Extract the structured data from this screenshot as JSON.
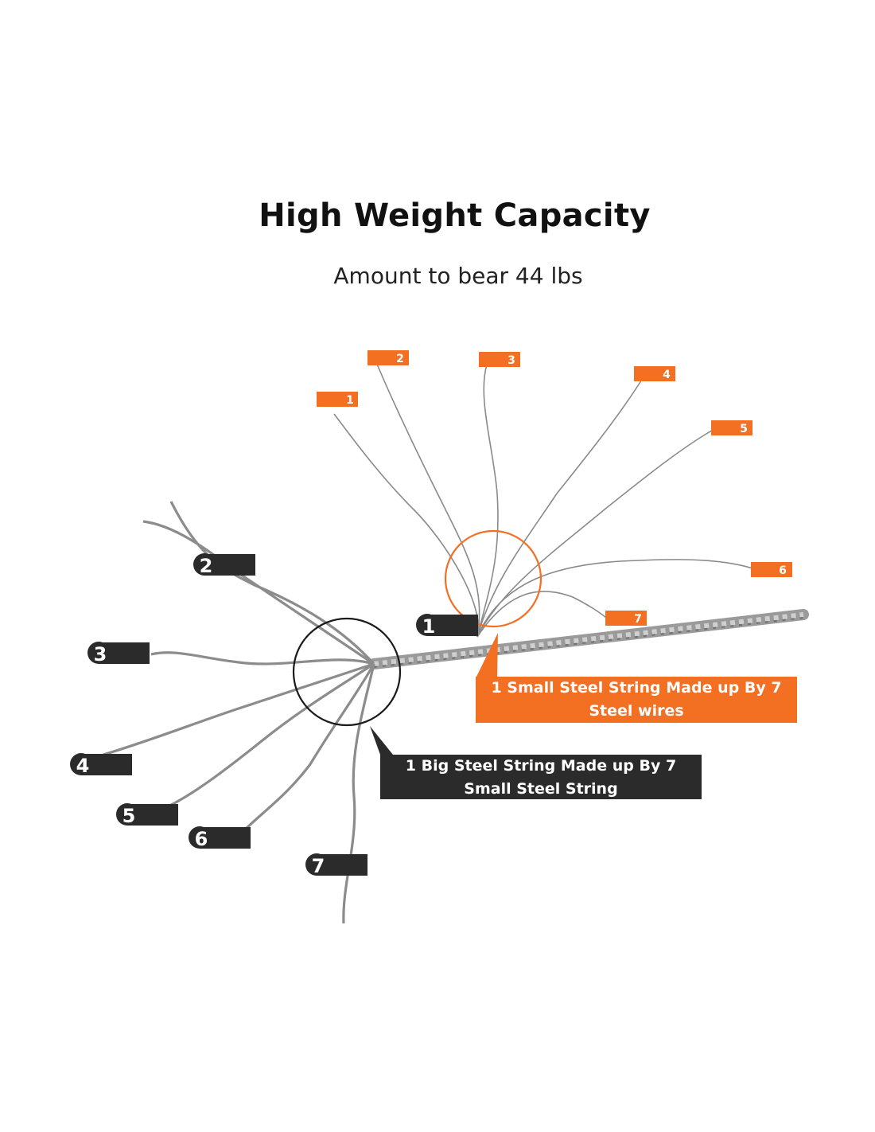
{
  "title": "High Weight Capacity",
  "subtitle": "Amount to bear 44 lbs",
  "callouts": {
    "small_string": "1 Small Steel String Made up By 7 Steel wires",
    "big_string": "1 Big Steel String Made up By 7 Small Steel String"
  },
  "orange_tags": [
    "1",
    "2",
    "3",
    "4",
    "5",
    "6",
    "7"
  ],
  "dark_tags": [
    "1",
    "2",
    "3",
    "4",
    "5",
    "6",
    "7"
  ],
  "colors": {
    "orange": "#f36f22",
    "dark": "#2b2b2b",
    "wire": "#8a8a8a"
  }
}
